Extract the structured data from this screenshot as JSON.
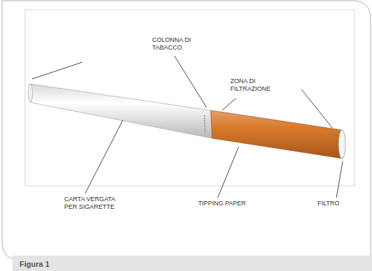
{
  "diagram": {
    "caption": "Figura 1",
    "labels": [
      "COLONNA DI TABACCO",
      "ZONA DI FILTRAZIONE",
      "CARTA VERGATA PER SIGARETTE",
      "TIPPING PAPER",
      "FILTRO"
    ]
  }
}
